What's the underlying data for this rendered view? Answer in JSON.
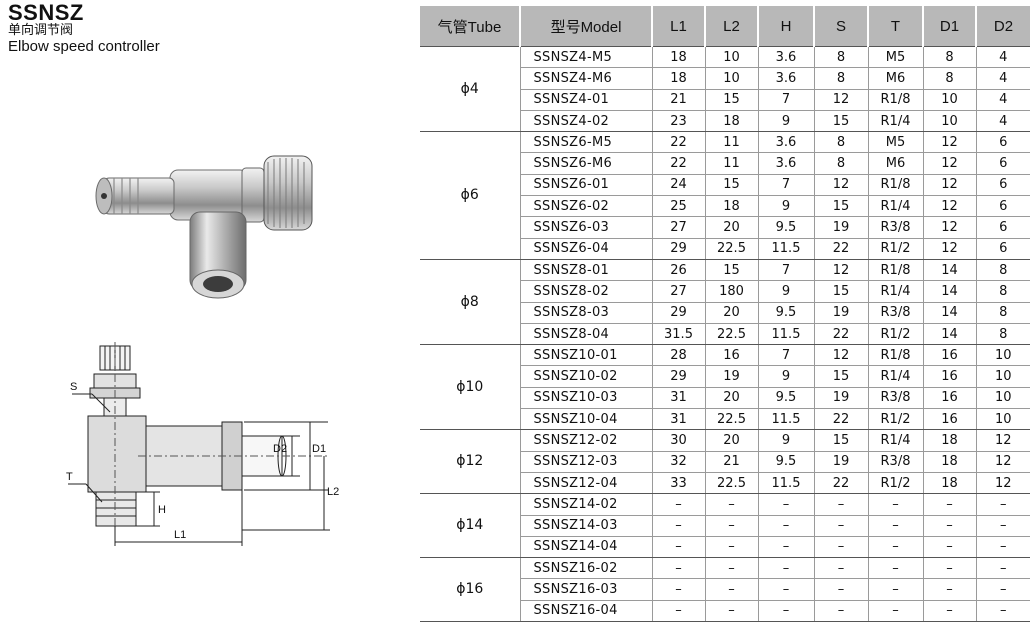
{
  "header": {
    "model_code": "SSNSZ",
    "name_cn": "单向调节阀",
    "name_en": "Elbow speed controller"
  },
  "drawing_labels": {
    "s": "S",
    "t": "T",
    "h": "H",
    "l1": "L1",
    "l2": "L2",
    "d1": "D1",
    "d2": "D2"
  },
  "table": {
    "headers": [
      "气管Tube",
      "型号Model",
      "L1",
      "L2",
      "H",
      "S",
      "T",
      "D1",
      "D2"
    ],
    "groups": [
      {
        "tube": "ϕ4",
        "rows": [
          [
            "SSNSZ4-M5",
            "18",
            "10",
            "3.6",
            "8",
            "M5",
            "8",
            "4"
          ],
          [
            "SSNSZ4-M6",
            "18",
            "10",
            "3.6",
            "8",
            "M6",
            "8",
            "4"
          ],
          [
            "SSNSZ4-01",
            "21",
            "15",
            "7",
            "12",
            "R1/8",
            "10",
            "4"
          ],
          [
            "SSNSZ4-02",
            "23",
            "18",
            "9",
            "15",
            "R1/4",
            "10",
            "4"
          ]
        ]
      },
      {
        "tube": "ϕ6",
        "rows": [
          [
            "SSNSZ6-M5",
            "22",
            "11",
            "3.6",
            "8",
            "M5",
            "12",
            "6"
          ],
          [
            "SSNSZ6-M6",
            "22",
            "11",
            "3.6",
            "8",
            "M6",
            "12",
            "6"
          ],
          [
            "SSNSZ6-01",
            "24",
            "15",
            "7",
            "12",
            "R1/8",
            "12",
            "6"
          ],
          [
            "SSNSZ6-02",
            "25",
            "18",
            "9",
            "15",
            "R1/4",
            "12",
            "6"
          ],
          [
            "SSNSZ6-03",
            "27",
            "20",
            "9.5",
            "19",
            "R3/8",
            "12",
            "6"
          ],
          [
            "SSNSZ6-04",
            "29",
            "22.5",
            "11.5",
            "22",
            "R1/2",
            "12",
            "6"
          ]
        ]
      },
      {
        "tube": "ϕ8",
        "rows": [
          [
            "SSNSZ8-01",
            "26",
            "15",
            "7",
            "12",
            "R1/8",
            "14",
            "8"
          ],
          [
            "SSNSZ8-02",
            "27",
            "180",
            "9",
            "15",
            "R1/4",
            "14",
            "8"
          ],
          [
            "SSNSZ8-03",
            "29",
            "20",
            "9.5",
            "19",
            "R3/8",
            "14",
            "8"
          ],
          [
            "SSNSZ8-04",
            "31.5",
            "22.5",
            "11.5",
            "22",
            "R1/2",
            "14",
            "8"
          ]
        ]
      },
      {
        "tube": "ϕ10",
        "rows": [
          [
            "SSNSZ10-01",
            "28",
            "16",
            "7",
            "12",
            "R1/8",
            "16",
            "10"
          ],
          [
            "SSNSZ10-02",
            "29",
            "19",
            "9",
            "15",
            "R1/4",
            "16",
            "10"
          ],
          [
            "SSNSZ10-03",
            "31",
            "20",
            "9.5",
            "19",
            "R3/8",
            "16",
            "10"
          ],
          [
            "SSNSZ10-04",
            "31",
            "22.5",
            "11.5",
            "22",
            "R1/2",
            "16",
            "10"
          ]
        ]
      },
      {
        "tube": "ϕ12",
        "rows": [
          [
            "SSNSZ12-02",
            "30",
            "20",
            "9",
            "15",
            "R1/4",
            "18",
            "12"
          ],
          [
            "SSNSZ12-03",
            "32",
            "21",
            "9.5",
            "19",
            "R3/8",
            "18",
            "12"
          ],
          [
            "SSNSZ12-04",
            "33",
            "22.5",
            "11.5",
            "22",
            "R1/2",
            "18",
            "12"
          ]
        ]
      },
      {
        "tube": "ϕ14",
        "rows": [
          [
            "SSNSZ14-02",
            "–",
            "–",
            "–",
            "–",
            "–",
            "–",
            "–"
          ],
          [
            "SSNSZ14-03",
            "–",
            "–",
            "–",
            "–",
            "–",
            "–",
            "–"
          ],
          [
            "SSNSZ14-04",
            "–",
            "–",
            "–",
            "–",
            "–",
            "–",
            "–"
          ]
        ]
      },
      {
        "tube": "ϕ16",
        "rows": [
          [
            "SSNSZ16-02",
            "–",
            "–",
            "–",
            "–",
            "–",
            "–",
            "–"
          ],
          [
            "SSNSZ16-03",
            "–",
            "–",
            "–",
            "–",
            "–",
            "–",
            "–"
          ],
          [
            "SSNSZ16-04",
            "–",
            "–",
            "–",
            "–",
            "–",
            "–",
            "–"
          ]
        ]
      }
    ]
  }
}
